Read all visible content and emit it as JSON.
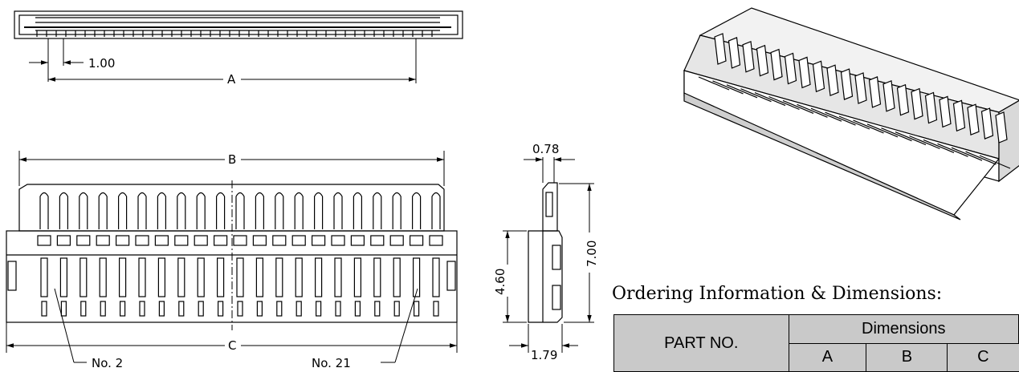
{
  "dimensions": {
    "pitch": "1.00",
    "a": "A",
    "b": "B",
    "c": "C",
    "thickness": "0.78",
    "body_height": "4.60",
    "total_height": "7.00",
    "depth": "1.79"
  },
  "pins": {
    "first_label": "No. 2",
    "last_label": "No. 21"
  },
  "ordering": {
    "title": "Ordering Information & Dimensions:",
    "part_no_header": "PART NO.",
    "dimensions_header": "Dimensions",
    "columns": [
      "A",
      "B",
      "C"
    ]
  }
}
